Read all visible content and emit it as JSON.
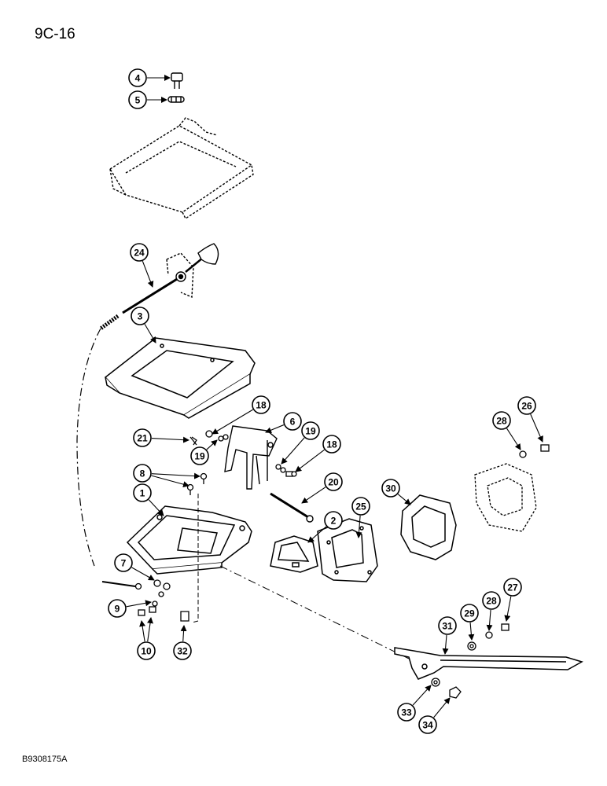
{
  "page": {
    "title": "9C-16",
    "doc_ref": "B9308175A"
  },
  "callouts": [
    {
      "id": "c4",
      "label": "4"
    },
    {
      "id": "c5",
      "label": "5"
    },
    {
      "id": "c24",
      "label": "24"
    },
    {
      "id": "c3",
      "label": "3"
    },
    {
      "id": "c18a",
      "label": "18"
    },
    {
      "id": "c6",
      "label": "6"
    },
    {
      "id": "c21",
      "label": "21"
    },
    {
      "id": "c19a",
      "label": "19"
    },
    {
      "id": "c19b",
      "label": "19"
    },
    {
      "id": "c18b",
      "label": "18"
    },
    {
      "id": "c8",
      "label": "8"
    },
    {
      "id": "c1",
      "label": "1"
    },
    {
      "id": "c20",
      "label": "20"
    },
    {
      "id": "c30",
      "label": "30"
    },
    {
      "id": "c25",
      "label": "25"
    },
    {
      "id": "c2",
      "label": "2"
    },
    {
      "id": "c28a",
      "label": "28"
    },
    {
      "id": "c26",
      "label": "26"
    },
    {
      "id": "c7",
      "label": "7"
    },
    {
      "id": "c9",
      "label": "9"
    },
    {
      "id": "c10",
      "label": "10"
    },
    {
      "id": "c32",
      "label": "32"
    },
    {
      "id": "c31",
      "label": "31"
    },
    {
      "id": "c29",
      "label": "29"
    },
    {
      "id": "c28b",
      "label": "28"
    },
    {
      "id": "c27",
      "label": "27"
    },
    {
      "id": "c33",
      "label": "33"
    },
    {
      "id": "c34",
      "label": "34"
    }
  ]
}
